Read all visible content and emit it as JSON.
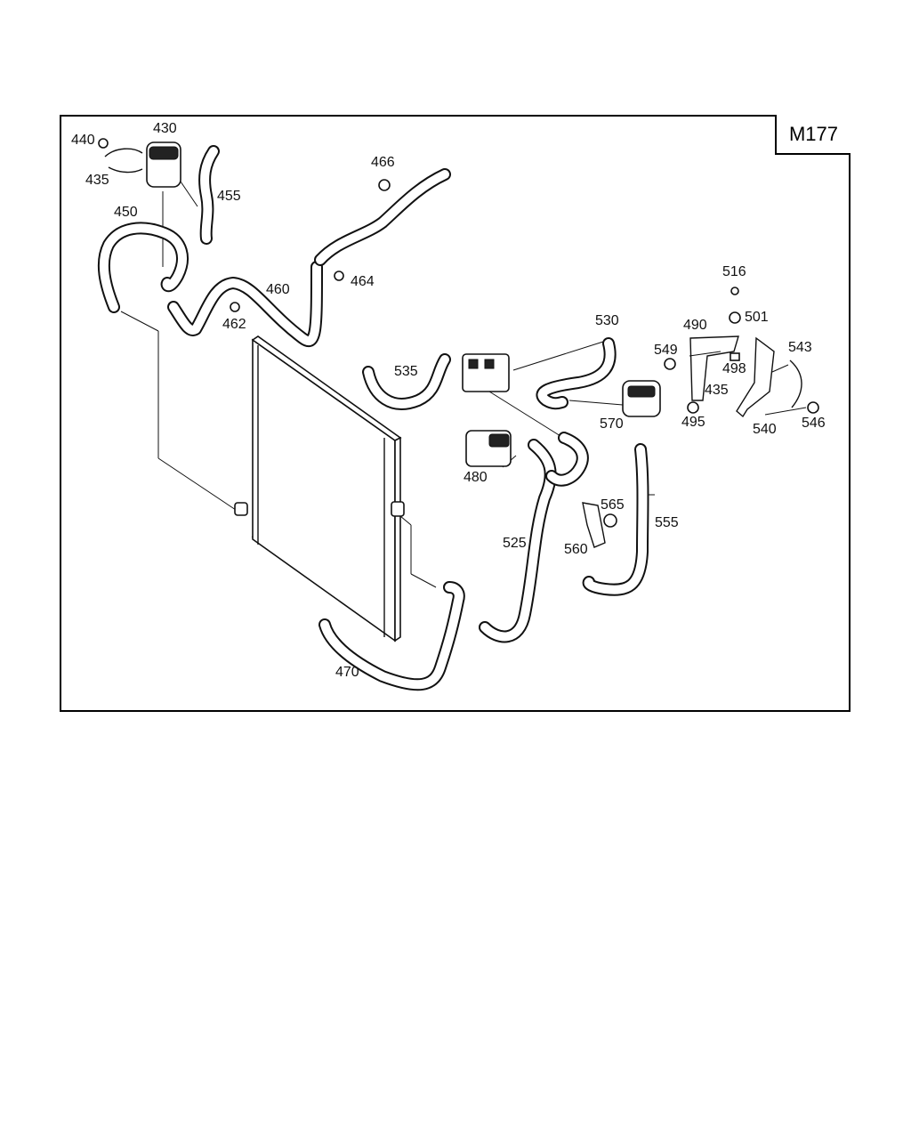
{
  "model_code": "M177",
  "labels": {
    "p440": "440",
    "p430": "430",
    "p435a": "435",
    "p455": "455",
    "p450": "450",
    "p466": "466",
    "p464": "464",
    "p460": "460",
    "p462": "462",
    "p516": "516",
    "p530": "530",
    "p490": "490",
    "p501": "501",
    "p549": "549",
    "p498": "498",
    "p543": "543",
    "p535": "535",
    "p435b": "435",
    "p570": "570",
    "p495": "495",
    "p540": "540",
    "p546": "546",
    "p480": "480",
    "p565": "565",
    "p555": "555",
    "p525": "525",
    "p560": "560",
    "p470": "470"
  }
}
